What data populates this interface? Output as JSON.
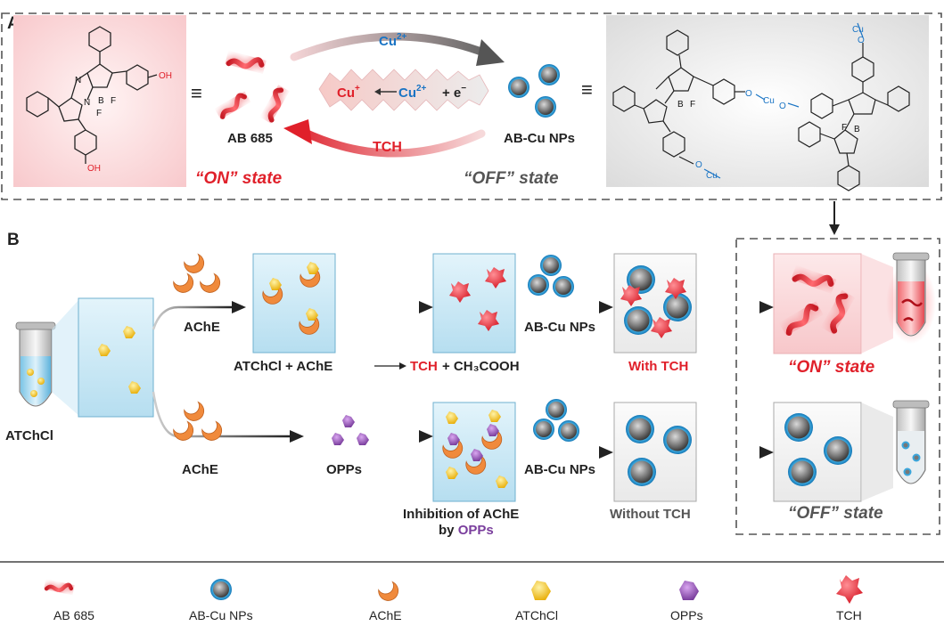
{
  "panel_a": {
    "letter": "A",
    "cu2_top": "Cu",
    "cu2_top_sup": "2+",
    "center_cu_plus": "Cu",
    "center_cu_plus_sup": "+",
    "center_cu2": "Cu",
    "center_cu2_sup": "2+",
    "center_e": "+ e",
    "center_e_sup": "−",
    "tch": "TCH",
    "ab685": "AB 685",
    "abcu": "AB-Cu NPs",
    "on_state": "“ON” state",
    "off_state": "“OFF” state",
    "equiv": "≡",
    "chem": {
      "oh": "OH",
      "n": "N",
      "b": "B",
      "f": "F",
      "o": "O",
      "cu": "Cu"
    }
  },
  "panel_b": {
    "letter": "B",
    "atchcl": "ATChCl",
    "ache_top": "AChE",
    "ache_bottom": "AChE",
    "reaction_left": "ATChCl + AChE",
    "reaction_tch": "TCH",
    "reaction_rest": "+ CH₃COOH",
    "abcu_top": "AB-Cu NPs",
    "abcu_bottom": "AB-Cu NPs",
    "with_tch": "With TCH",
    "opps": "OPPs",
    "inhibition_1": "Inhibition of AChE",
    "inhibition_by": "by ",
    "inhibition_opps": "OPPs",
    "without_tch": "Without TCH",
    "on_state": "“ON” state",
    "off_state": "“OFF” state"
  },
  "legend": {
    "items": [
      "AB 685",
      "AB-Cu NPs",
      "AChE",
      "ATChCl",
      "OPPs",
      "TCH"
    ]
  },
  "colors": {
    "red": "#e0202a",
    "gray_text": "#555555",
    "blue": "#1a74c4",
    "purple": "#7a3e9d",
    "orange": "#f08a3c",
    "yellow": "#f4c419",
    "cyan_box": "#c9e8f5",
    "pink_box": "#fbd6d8"
  }
}
